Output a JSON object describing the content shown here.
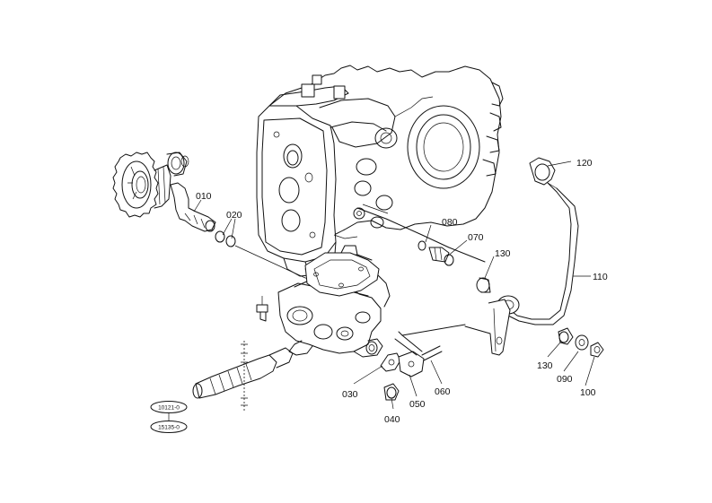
{
  "diagram": {
    "parts": [
      {
        "id": "p010",
        "label": "010"
      },
      {
        "id": "p020",
        "label": "020"
      },
      {
        "id": "p030",
        "label": "030"
      },
      {
        "id": "p040",
        "label": "040"
      },
      {
        "id": "p050",
        "label": "050"
      },
      {
        "id": "p060",
        "label": "060"
      },
      {
        "id": "p070",
        "label": "070"
      },
      {
        "id": "p080",
        "label": "080"
      },
      {
        "id": "p090",
        "label": "090"
      },
      {
        "id": "p100",
        "label": "100"
      },
      {
        "id": "p110",
        "label": "110"
      },
      {
        "id": "p120",
        "label": "120"
      },
      {
        "id": "p130a",
        "label": "130"
      },
      {
        "id": "p130b",
        "label": "130"
      }
    ],
    "references": [
      {
        "id": "ref1",
        "label": "10121-0"
      },
      {
        "id": "ref2",
        "label": "15135-0"
      }
    ],
    "colors": {
      "ink": "#111111",
      "paper": "#ffffff"
    }
  }
}
